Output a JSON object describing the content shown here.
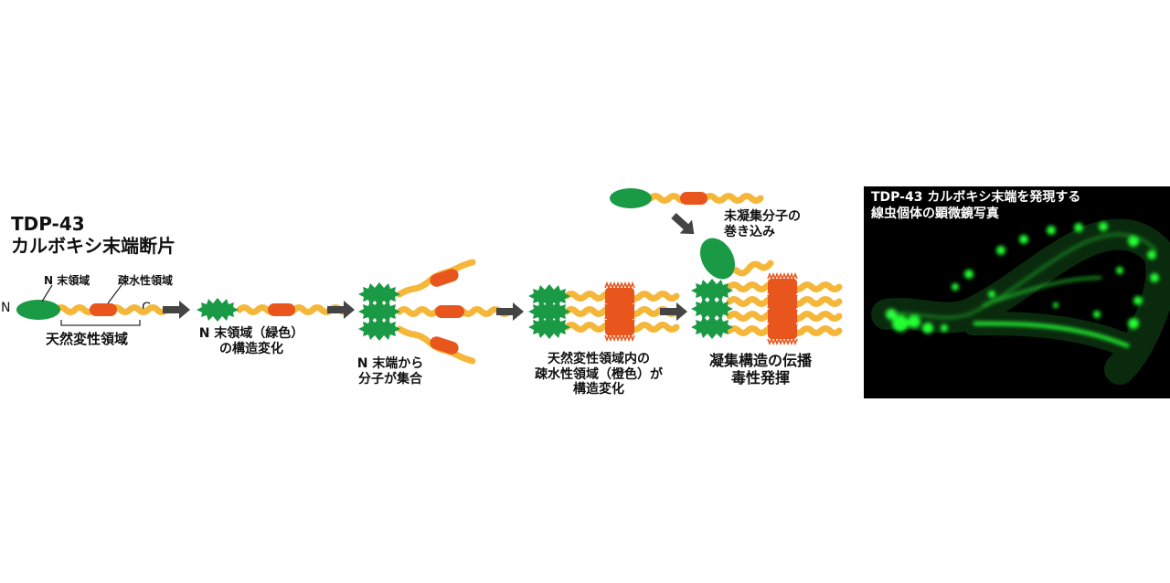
{
  "fragment_title": "TDP-43\nカルボキシ末端断片",
  "labels": {
    "n_end": "N",
    "c_end": "C",
    "n_terminal_domain": "N 末領域",
    "hydrophobic_domain": "疎水性領域",
    "idr": "天然変性領域"
  },
  "steps": [
    "N 末領域（緑色）\nの構造変化",
    "N 末端から\n分子が集合",
    "天然変性領域内の\n疎水性領域（橙色）が\n構造変化",
    "凝集構造の伝播\n毒性発揮"
  ],
  "recruit_label": "未凝集分子の\n巻き込み",
  "micrograph_caption": "TDP-43 カルボキシ末端を発現する\n線虫個体の顕微鏡写真",
  "colors": {
    "n_terminal": "#1a9a45",
    "linker": "#f5b73a",
    "hydrophobic": "#e8561d",
    "arrow": "#444444",
    "gfp": "#22ff33"
  }
}
